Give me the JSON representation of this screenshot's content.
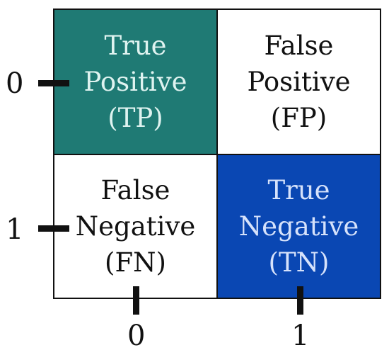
{
  "matrix": {
    "cells": [
      {
        "lines": [
          "True",
          "Positive",
          "(TP)"
        ],
        "bg": "#1f7a74",
        "fg": "#dff3f0"
      },
      {
        "lines": [
          "False",
          "Positive",
          "(FP)"
        ],
        "bg": "#ffffff",
        "fg": "#111111"
      },
      {
        "lines": [
          "False",
          "Negative",
          "(FN)"
        ],
        "bg": "#ffffff",
        "fg": "#111111"
      },
      {
        "lines": [
          "True",
          "Negative",
          "(TN)"
        ],
        "bg": "#0a47b3",
        "fg": "#d6e2fb"
      }
    ]
  },
  "axes": {
    "y_ticks": [
      "0",
      "1"
    ],
    "x_ticks": [
      "0",
      "1"
    ]
  }
}
